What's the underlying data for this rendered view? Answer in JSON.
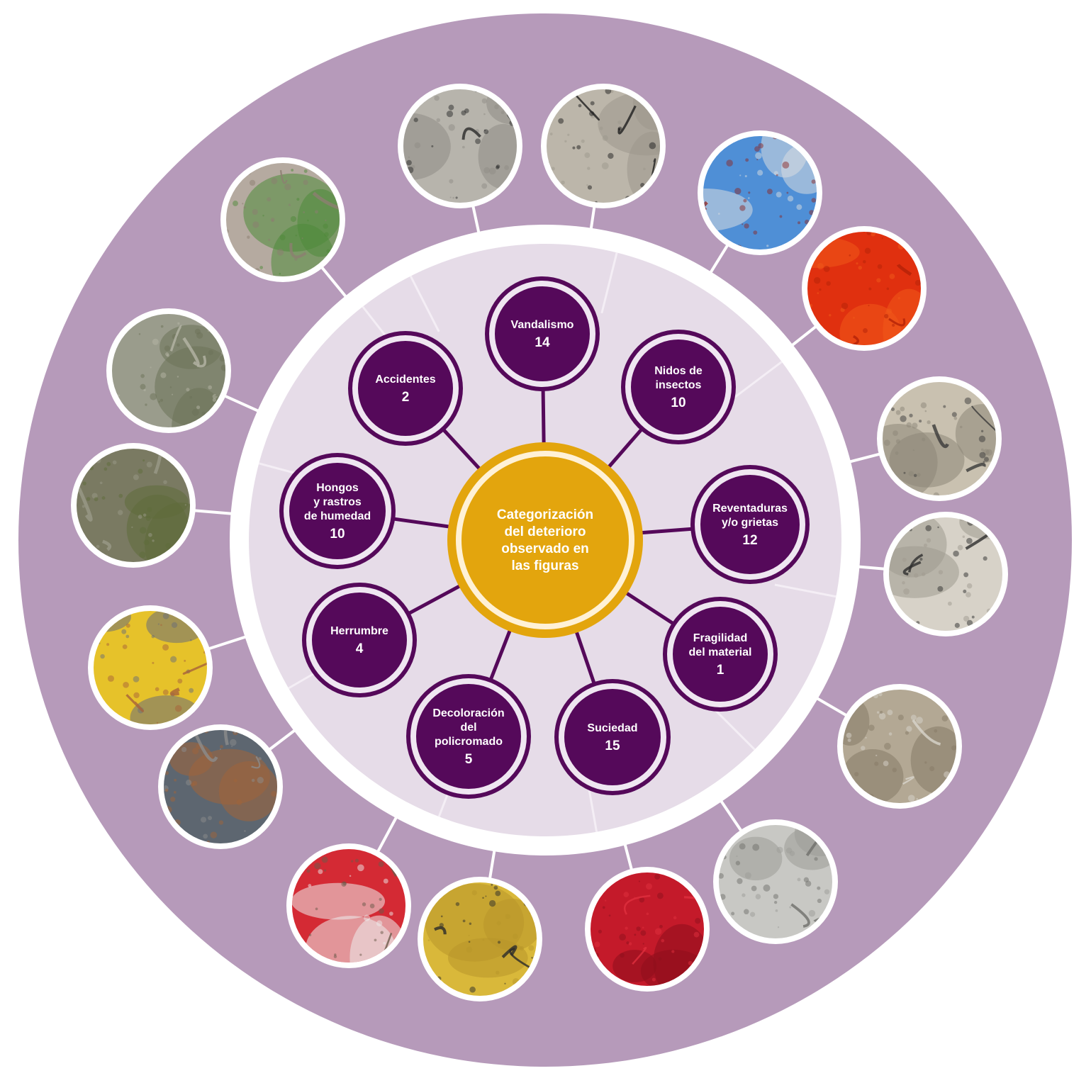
{
  "center": {
    "lines": [
      "Categorización",
      "del deterioro",
      "observado en",
      "las figuras"
    ]
  },
  "colors": {
    "outer_ring": "#b69aba",
    "inner_disc": "#e6dce8",
    "node_fill": "#55095a",
    "node_ring": "#55095a",
    "center_fill": "#e3a50d",
    "center_ring": "#fff1d6",
    "connector": "#55095a",
    "white": "#ffffff"
  },
  "categories": [
    {
      "id": "vandalismo",
      "lines": [
        "Vandalismo"
      ],
      "count": "14"
    },
    {
      "id": "nidos",
      "lines": [
        "Nidos de",
        "insectos"
      ],
      "count": "10"
    },
    {
      "id": "reventaduras",
      "lines": [
        "Reventaduras",
        "y/o grietas"
      ],
      "count": "12"
    },
    {
      "id": "fragilidad",
      "lines": [
        "Fragilidad",
        "del material"
      ],
      "count": "1"
    },
    {
      "id": "suciedad",
      "lines": [
        "Suciedad"
      ],
      "count": "15"
    },
    {
      "id": "decoloracion",
      "lines": [
        "Decoloración",
        "del",
        "policromado"
      ],
      "count": "5"
    },
    {
      "id": "herrumbre",
      "lines": [
        "Herrumbre"
      ],
      "count": "4"
    },
    {
      "id": "hongos",
      "lines": [
        "Hongos",
        "y rastros",
        "de humedad"
      ],
      "count": "10"
    },
    {
      "id": "accidentes",
      "lines": [
        "Accidentes"
      ],
      "count": "2"
    }
  ],
  "photos": [
    {
      "id": "vandalismo-photo-1",
      "category": "vandalismo",
      "palette": [
        "#b7b4ac",
        "#8f8c86",
        "#2a2a2a"
      ],
      "depicts": "graffiti-on-stone-icon"
    },
    {
      "id": "vandalismo-photo-2",
      "category": "vandalismo",
      "palette": [
        "#bcb6aa",
        "#9c978c",
        "#1e1e1e"
      ],
      "depicts": "graffiti-signature-icon"
    },
    {
      "id": "nidos-photo-1",
      "category": "nidos",
      "palette": [
        "#4f8fd6",
        "#d9dde0",
        "#8a2a2a"
      ],
      "depicts": "sculpture-against-sky-icon"
    },
    {
      "id": "nidos-photo-2",
      "category": "nidos",
      "palette": [
        "#e0300f",
        "#f05a1a",
        "#b32208"
      ],
      "depicts": "red-metal-hole-icon"
    },
    {
      "id": "reventaduras-photo-1",
      "category": "reventaduras",
      "palette": [
        "#c9c1b0",
        "#8c8678",
        "#3a3a3a"
      ],
      "depicts": "scratched-stone-icon"
    },
    {
      "id": "reventaduras-photo-2",
      "category": "reventaduras",
      "palette": [
        "#d7d2c8",
        "#9f9a90",
        "#2e2e2e"
      ],
      "depicts": "cracked-stone-icon"
    },
    {
      "id": "fragilidad-photo-1",
      "category": "fragilidad",
      "palette": [
        "#b3a894",
        "#857a66",
        "#d8d4cc"
      ],
      "depicts": "broken-ball-sculpture-icon"
    },
    {
      "id": "suciedad-photo-1",
      "category": "suciedad",
      "palette": [
        "#c8c8c4",
        "#9c9c98",
        "#6f6f6b"
      ],
      "depicts": "dirty-concrete-icon"
    },
    {
      "id": "suciedad-photo-2",
      "category": "suciedad",
      "palette": [
        "#c41a2a",
        "#8e0f1c",
        "#e0303e"
      ],
      "depicts": "dirty-red-panel-icon"
    },
    {
      "id": "decoloracion-photo-1",
      "category": "decoloracion",
      "palette": [
        "#d9b83a",
        "#b8952a",
        "#2b2b2b"
      ],
      "depicts": "faded-yellow-paint-icon"
    },
    {
      "id": "decoloracion-photo-2",
      "category": "decoloracion",
      "palette": [
        "#d42a34",
        "#ececec",
        "#6a5a4a"
      ],
      "depicts": "faded-red-paint-icon"
    },
    {
      "id": "herrumbre-photo-1",
      "category": "herrumbre",
      "palette": [
        "#5d6670",
        "#a0643a",
        "#8c8c8c"
      ],
      "depicts": "rusted-metal-icon"
    },
    {
      "id": "herrumbre-photo-2",
      "category": "herrumbre",
      "palette": [
        "#e6c22a",
        "#6a6e78",
        "#a8623a"
      ],
      "depicts": "rusted-yellow-metal-icon"
    },
    {
      "id": "hongos-photo-1",
      "category": "hongos",
      "palette": [
        "#7a7a62",
        "#5e6b3a",
        "#9a9a88"
      ],
      "depicts": "mold-stain-icon"
    },
    {
      "id": "hongos-photo-2",
      "category": "hongos",
      "palette": [
        "#9a9c8c",
        "#6c7258",
        "#b5b5a6"
      ],
      "depicts": "lichen-stone-icon"
    },
    {
      "id": "accidentes-photo-1",
      "category": "accidentes",
      "palette": [
        "#b5aaa0",
        "#4f8a3a",
        "#8c7e70"
      ],
      "depicts": "damaged-sculpture-park-icon"
    }
  ]
}
